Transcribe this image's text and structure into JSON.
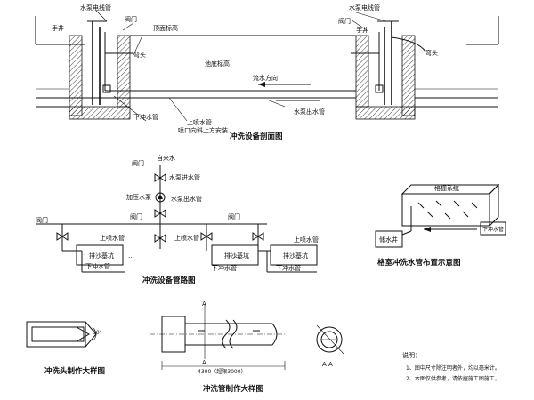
{
  "section_view": {
    "caption": "冲洗设备剖面图",
    "labels": {
      "pump_cable_left": "水泵电线管",
      "pump_cable_right": "水泵电线管",
      "valve_left": "阀门",
      "valve_right": "阀门",
      "handwell_left": "手井",
      "handwell_right": "手井",
      "top_elevation": "顶面标高",
      "bend_left": "弯头",
      "bend_right": "弯头",
      "bottom_elevation": "池底标高",
      "discharge_pipe": "下冲水管",
      "upper_spray": "上喷水管",
      "nozzle_note": "喷口向斜上方安装",
      "flow_direction": "流水方向",
      "pump_outlet": "水泵出水管"
    }
  },
  "piping_diagram": {
    "caption": "冲洗设备管路图",
    "labels": {
      "valve_top": "阀门",
      "tap_water": "自来水",
      "pump_supply": "水泵进水管",
      "booster_pump": "加压水泵",
      "pump_outlet": "水泵出水管",
      "valve_left": "阀门",
      "valve_mid": "阀门",
      "valve_right": "阀门",
      "upper_spray_1": "上喷水管",
      "upper_spray_2": "上喷水管",
      "upper_spray_3": "上喷水管",
      "tank_1": "排沙基坑",
      "tank_2": "排沙基坑",
      "tank_3": "排沙基坑",
      "discharge_1": "下冲水管",
      "discharge_2": "下冲水管",
      "discharge_3": "下冲水管",
      "ellipsis": "···"
    }
  },
  "layout_view": {
    "caption": "格室冲洗水管布置示意图",
    "labels": {
      "grid_cell": "格栅系统",
      "down_pipe": "下冲水管",
      "water_source": "储水井"
    }
  },
  "head_detail": {
    "caption": "冲洗头制作大样图",
    "angle": "30°"
  },
  "pipe_detail": {
    "caption": "冲洗管制作大样图",
    "section_mark": "A",
    "dimension": "4300（超限3000）"
  },
  "section_aa": {
    "caption": "A-A"
  },
  "notes": {
    "title": "说明：",
    "items": [
      "1、图中尺寸除注明者外，均以毫米计。",
      "2、本图仅供参考，请依据施工图施工。"
    ]
  }
}
